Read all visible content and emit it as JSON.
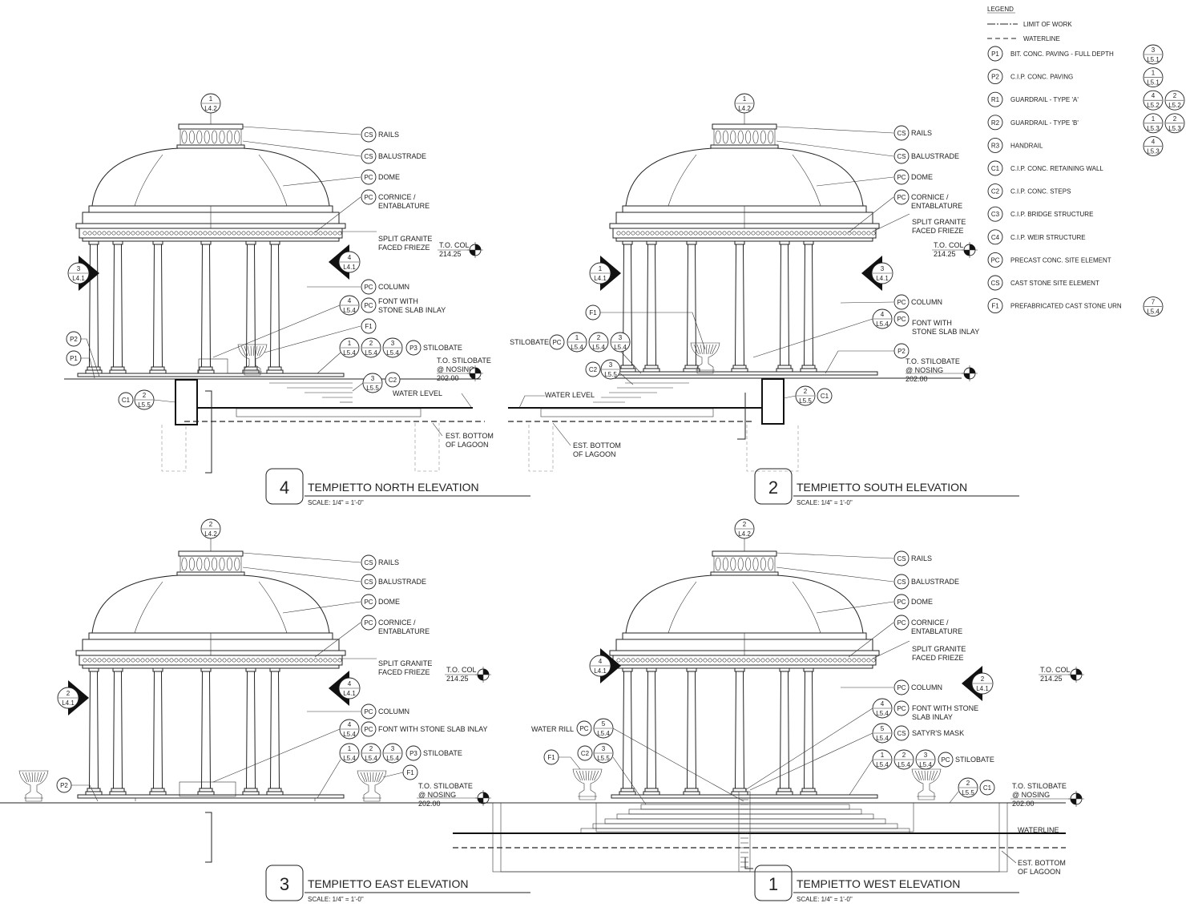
{
  "legend": {
    "title": "LEGEND",
    "lines": [
      {
        "label": "LIMIT OF WORK"
      },
      {
        "label": "WATERLINE"
      }
    ],
    "items": [
      {
        "code": "P1",
        "label": "BIT. CONC. PAVING - FULL DEPTH",
        "refs": [
          [
            "3",
            "L5.1"
          ]
        ]
      },
      {
        "code": "P2",
        "label": "C.I.P. CONC. PAVING",
        "refs": [
          [
            "1",
            "L5.1"
          ]
        ]
      },
      {
        "code": "R1",
        "label": "GUARDRAIL - TYPE 'A'",
        "refs": [
          [
            "4",
            "L5.2"
          ],
          [
            "2",
            "L5.2"
          ]
        ]
      },
      {
        "code": "R2",
        "label": "GUARDRAIL - TYPE 'B'",
        "refs": [
          [
            "1",
            "L5.3"
          ],
          [
            "2",
            "L5.3"
          ]
        ]
      },
      {
        "code": "R3",
        "label": "HANDRAIL",
        "refs": [
          [
            "4",
            "L5.3"
          ]
        ]
      },
      {
        "code": "C1",
        "label": "C.I.P. CONC. RETAINING WALL",
        "refs": []
      },
      {
        "code": "C2",
        "label": "C.I.P. CONC. STEPS",
        "refs": []
      },
      {
        "code": "C3",
        "label": "C.I.P. BRIDGE STRUCTURE",
        "refs": []
      },
      {
        "code": "C4",
        "label": "C.I.P. WEIR STRUCTURE",
        "refs": []
      },
      {
        "code": "PC",
        "label": "PRECAST CONC. SITE ELEMENT",
        "refs": []
      },
      {
        "code": "CS",
        "label": "CAST STONE SITE ELEMENT",
        "refs": []
      },
      {
        "code": "F1",
        "label": "PREFABRICATED CAST STONE URN",
        "refs": [
          [
            "7",
            "L5.4"
          ]
        ]
      }
    ]
  },
  "drawings": [
    {
      "number": "4",
      "title": "TEMPIETTO NORTH ELEVATION",
      "scale": "SCALE: 1/4\" = 1'-0\"",
      "top_ref": [
        "1",
        "L4.2"
      ],
      "elev_col": {
        "label": "T.O. COL",
        "value": "214.25"
      },
      "elev_stil": {
        "label1": "T.O. STILOBATE",
        "label2": "@ NOSING",
        "value": "202.00"
      },
      "section_left": [
        "3",
        "L4.1"
      ],
      "section_right": [
        "4",
        "L4.1"
      ],
      "callouts": {
        "rails": "RAILS",
        "balustrade": "BALUSTRADE",
        "dome": "DOME",
        "cornice1": "CORNICE /",
        "cornice2": "ENTABLATURE",
        "granite1": "SPLIT GRANITE",
        "granite2": "FACED FRIEZE",
        "column": "COLUMN",
        "font1": "FONT WITH",
        "font2": "STONE SLAB INLAY",
        "stilobate": "STILOBATE",
        "water_level": "WATER LEVEL",
        "lagoon1": "EST. BOTTOM",
        "lagoon2": "OF LAGOON"
      },
      "codes": {
        "cs": "CS",
        "pc": "PC",
        "f1": "F1",
        "p3": "P3",
        "c2": "C2",
        "c1": "C1",
        "p1": "P1",
        "p2": "P2"
      },
      "refs": {
        "font": [
          "4",
          "L5.4"
        ],
        "stil": [
          [
            "1",
            "L5.4"
          ],
          [
            "2",
            "L5.4"
          ],
          [
            "3",
            "L5.4"
          ]
        ],
        "steps": [
          "3",
          "L5.5"
        ],
        "wall": [
          "2",
          "L5.5"
        ]
      }
    },
    {
      "number": "2",
      "title": "TEMPIETTO SOUTH ELEVATION",
      "scale": "SCALE: 1/4\" = 1'-0\"",
      "top_ref": [
        "1",
        "L4.2"
      ],
      "elev_col": {
        "label": "T.O. COL",
        "value": "214.25"
      },
      "elev_stil": {
        "label1": "T.O. STILOBATE",
        "label2": "@ NOSING",
        "value": "202.00"
      },
      "section_left": [
        "1",
        "L4.1"
      ],
      "section_right": [
        "3",
        "L4.1"
      ],
      "callouts": {
        "rails": "RAILS",
        "balustrade": "BALUSTRADE",
        "dome": "DOME",
        "cornice1": "CORNICE /",
        "cornice2": "ENTABLATURE",
        "granite1": "SPLIT GRANITE",
        "granite2": "FACED FRIEZE",
        "column": "COLUMN",
        "font1": "FONT WITH",
        "font2": "STONE SLAB INLAY",
        "stilobate": "STILOBATE",
        "water_level": "WATER LEVEL",
        "lagoon1": "EST. BOTTOM",
        "lagoon2": "OF LAGOON"
      },
      "codes": {
        "cs": "CS",
        "pc": "PC",
        "f1": "F1",
        "p2": "P2",
        "c2": "C2",
        "c1": "C1"
      },
      "refs": {
        "font": [
          "4",
          "L5.4"
        ],
        "stil": [
          [
            "1",
            "L5.4"
          ],
          [
            "2",
            "L5.4"
          ],
          [
            "3",
            "L5.4"
          ]
        ],
        "steps": [
          "3",
          "L5.5"
        ],
        "wall": [
          "2",
          "L5.5"
        ]
      }
    },
    {
      "number": "3",
      "title": "TEMPIETTO EAST ELEVATION",
      "scale": "SCALE: 1/4\" = 1'-0\"",
      "top_ref": [
        "2",
        "L4.2"
      ],
      "elev_col": {
        "label": "T.O. COL",
        "value": "214.25"
      },
      "elev_stil": {
        "label1": "T.O. STILOBATE",
        "label2": "@ NOSING",
        "value": "202.00"
      },
      "section_left": [
        "2",
        "L4.1"
      ],
      "section_right": [
        "4",
        "L4.1"
      ],
      "callouts": {
        "rails": "RAILS",
        "balustrade": "BALUSTRADE",
        "dome": "DOME",
        "cornice1": "CORNICE /",
        "cornice2": "ENTABLATURE",
        "granite1": "SPLIT GRANITE",
        "granite2": "FACED FRIEZE",
        "column": "COLUMN",
        "font": "FONT WITH STONE SLAB INLAY",
        "stilobate": "STILOBATE"
      },
      "codes": {
        "cs": "CS",
        "pc": "PC",
        "f1": "F1",
        "p3": "P3",
        "p2": "P2"
      },
      "refs": {
        "font": [
          "4",
          "L5.4"
        ],
        "stil": [
          [
            "1",
            "L5.4"
          ],
          [
            "2",
            "L5.4"
          ],
          [
            "3",
            "L5.4"
          ]
        ]
      }
    },
    {
      "number": "1",
      "title": "TEMPIETTO WEST ELEVATION",
      "scale": "SCALE: 1/4\" = 1'-0\"",
      "top_ref": [
        "2",
        "L4.2"
      ],
      "elev_col": {
        "label": "T.O. COL",
        "value": "214.25"
      },
      "elev_stil": {
        "label1": "T.O. STILOBATE",
        "label2": "@ NOSING",
        "value": "202.00"
      },
      "section_left": [
        "4",
        "L4.1"
      ],
      "section_right": [
        "2",
        "L4.1"
      ],
      "callouts": {
        "rails": "RAILS",
        "balustrade": "BALUSTRADE",
        "dome": "DOME",
        "cornice1": "CORNICE /",
        "cornice2": "ENTABLATURE",
        "granite1": "SPLIT GRANITE",
        "granite2": "FACED FRIEZE",
        "column": "COLUMN",
        "font1": "FONT WITH STONE",
        "font2": "SLAB INLAY",
        "satyr": "SATYR'S MASK",
        "stilobate": "STILOBATE",
        "water_rill": "WATER RILL",
        "waterline": "WATERLINE",
        "lagoon1": "EST. BOTTOM",
        "lagoon2": "OF LAGOON"
      },
      "codes": {
        "cs": "CS",
        "pc": "PC",
        "f1": "F1",
        "c2": "C2",
        "c1": "C1"
      },
      "refs": {
        "rill": [
          "5",
          "L5.4"
        ],
        "font": [
          "4",
          "L5.4"
        ],
        "satyr": [
          "5",
          "L5.4"
        ],
        "stil": [
          [
            "1",
            "L5.4"
          ],
          [
            "2",
            "L5.4"
          ],
          [
            "3",
            "L5.4"
          ]
        ],
        "steps": [
          "3",
          "L5.5"
        ],
        "wall": [
          "2",
          "L5.5"
        ]
      }
    }
  ]
}
